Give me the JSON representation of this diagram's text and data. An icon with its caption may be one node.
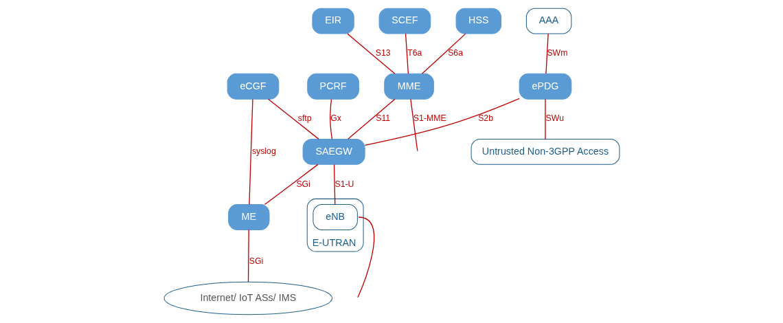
{
  "diagram": {
    "nodes": [
      {
        "text": [
          "HSS"
        ]
      },
      {
        "text": [
          "EIR"
        ]
      },
      {
        "text": [
          "SCEF"
        ]
      },
      {
        "text": [
          "PCRF"
        ]
      },
      {
        "text": [
          "eCGF"
        ]
      },
      {
        "text": [
          "MME"
        ]
      },
      {
        "text": [
          "AAA"
        ]
      },
      {
        "text": [
          "SAEGW"
        ]
      },
      {
        "text": [
          "ePDG"
        ]
      },
      {
        "text": [
          "ME"
        ]
      },
      {
        "text": [
          "Untrusted Non-3GPP Access"
        ]
      },
      {
        "text": [
          "E-UTRAN"
        ]
      },
      {
        "text": [
          "eNB"
        ],
        "in": 11
      },
      {
        "text": [
          "Internet/ IoT ASs/ IMS"
        ]
      }
    ],
    "edges": [
      {
        "from": 0,
        "to": 5,
        "arrow": "none",
        "label": "S6a"
      },
      {
        "from": 1,
        "to": 5,
        "arrow": "none",
        "label": "S13"
      },
      {
        "from": 2,
        "to": 5,
        "arrow": "none",
        "label": "T6a"
      },
      {
        "from": 3,
        "to": 7,
        "arrow": "none",
        "label": "Gx"
      },
      {
        "from": 4,
        "to": 7,
        "arrow": "none",
        "label": "sftp"
      },
      {
        "from": 4,
        "to": 9,
        "arrow": "none",
        "label": "syslog"
      },
      {
        "from": 5,
        "to": null,
        "arrow": "none",
        "label": "S1-MME"
      },
      {
        "from": 5,
        "to": 7,
        "arrow": "none",
        "label": "S11"
      },
      {
        "from": 6,
        "to": 8,
        "arrow": "none",
        "label": "SWm"
      },
      {
        "from": 8,
        "to": 7,
        "arrow": "none",
        "label": "S2b"
      },
      {
        "from": 7,
        "to": 9,
        "arrow": "none",
        "label": "SGi"
      },
      {
        "from": 8,
        "to": 10,
        "arrow": "none",
        "label": "SWu"
      },
      {
        "from": 7,
        "to": 12,
        "arrow": "none",
        "label": "S1-U"
      },
      {
        "from": 9,
        "to": 13,
        "arrow": "none",
        "label": "SGi"
      },
      {
        "from": 12,
        "to": null,
        "arrow": "none"
      }
    ]
  }
}
